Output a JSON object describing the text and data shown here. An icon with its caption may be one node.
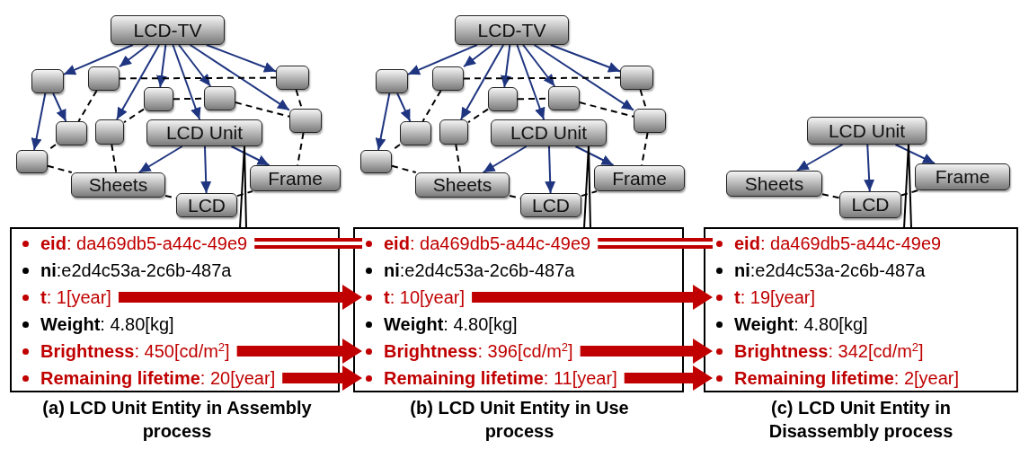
{
  "diagram": {
    "nodes": [
      {
        "text": [
          "LCD-TV"
        ]
      },
      {
        "text": [],
        "shape": "box"
      },
      {
        "text": [],
        "shape": "box"
      },
      {
        "text": [],
        "shape": "box"
      },
      {
        "text": [],
        "shape": "box"
      },
      {
        "text": [],
        "shape": "box"
      },
      {
        "text": [],
        "shape": "box"
      },
      {
        "text": [],
        "shape": "box"
      },
      {
        "text": [],
        "shape": "box"
      },
      {
        "text": [
          "LCD Unit"
        ]
      },
      {
        "text": [],
        "shape": "box"
      },
      {
        "text": [
          "Frame"
        ]
      },
      {
        "text": [
          "Sheets"
        ]
      },
      {
        "text": [
          "LCD"
        ]
      },
      {
        "text": [],
        "shape": "box",
        "beside": [
          "(a) LCD Unit Entity in Assembly process"
        ]
      },
      {
        "text": [
          "**eid**: da469db5-a44c-49e9"
        ],
        "in": 14
      },
      {
        "text": [
          "**ni**:e2d4c53a-2c6b-487a"
        ],
        "in": 14
      },
      {
        "text": [
          "**t**: 1[year]"
        ],
        "in": 14
      },
      {
        "text": [
          "**Weight**: 4.80[kg]"
        ],
        "in": 14
      },
      {
        "text": [
          "**Brightness**: 450[cd/m$^{2}$]"
        ],
        "in": 14
      },
      {
        "text": [
          "**Remaining lifetime**: 20[year]"
        ],
        "in": 14
      },
      {
        "text": [
          "LCD-TV"
        ]
      },
      {
        "text": [],
        "shape": "box"
      },
      {
        "text": [],
        "shape": "box"
      },
      {
        "text": [],
        "shape": "box"
      },
      {
        "text": [],
        "shape": "box"
      },
      {
        "text": [],
        "shape": "box"
      },
      {
        "text": [],
        "shape": "box"
      },
      {
        "text": [],
        "shape": "box"
      },
      {
        "text": [],
        "shape": "box"
      },
      {
        "text": [
          "LCD Unit"
        ]
      },
      {
        "text": [],
        "shape": "box"
      },
      {
        "text": [
          "Frame"
        ]
      },
      {
        "text": [
          "Sheets"
        ]
      },
      {
        "text": [
          "LCD"
        ]
      },
      {
        "text": [],
        "shape": "box",
        "beside": [
          "(b) LCD Unit Entity in Use process"
        ]
      },
      {
        "text": [
          "**eid**: da469db5-a44c-49e9"
        ],
        "in": 35
      },
      {
        "text": [
          "**ni**:e2d4c53a-2c6b-487a"
        ],
        "in": 35
      },
      {
        "text": [
          "**t**: 10[year]"
        ],
        "in": 35
      },
      {
        "text": [
          "**Weight**: 4.80[kg]"
        ],
        "in": 35
      },
      {
        "text": [
          "**Brightness**: 396[cd/m$^{2}$]"
        ],
        "in": 35
      },
      {
        "text": [
          "**Remaining lifetime**: 11[year]"
        ],
        "in": 35
      },
      {
        "text": [
          "LCD Unit"
        ]
      },
      {
        "text": [
          "Frame"
        ]
      },
      {
        "text": [
          "Sheets"
        ]
      },
      {
        "text": [
          "LCD"
        ]
      },
      {
        "text": [],
        "shape": "box",
        "beside": [
          "(c) LCD Unit Entity in Disassembly process"
        ]
      },
      {
        "text": [
          "**eid**: da469db5-a44c-49e9"
        ],
        "in": 46
      },
      {
        "text": [
          "**ni**:e2d4c53a-2c6b-487a"
        ],
        "in": 46
      },
      {
        "text": [
          "**t**: 19[year]"
        ],
        "in": 46
      },
      {
        "text": [
          "**Weight**: 4.80[kg]"
        ],
        "in": 46
      },
      {
        "text": [
          "**Brightness**: 342[cd/m$^{2}$]"
        ],
        "in": 46
      },
      {
        "text": [
          "**Remaining lifetime**: 2[year]"
        ],
        "in": 46
      }
    ],
    "edges": [
      {
        "from": 0,
        "to": 1,
        "arrow": "to",
        "color": "#1f3580"
      },
      {
        "from": 0,
        "to": 2,
        "arrow": "to",
        "color": "#1f3580"
      },
      {
        "from": 0,
        "to": 8,
        "arrow": "to",
        "color": "#1f3580"
      },
      {
        "from": 0,
        "to": 4,
        "arrow": "to",
        "color": "#1f3580"
      },
      {
        "from": 0,
        "to": 9,
        "arrow": "to",
        "color": "#1f3580"
      },
      {
        "from": 0,
        "to": 5,
        "arrow": "to",
        "color": "#1f3580"
      },
      {
        "from": 0,
        "to": 6,
        "arrow": "to",
        "color": "#1f3580"
      },
      {
        "from": 0,
        "to": 3,
        "arrow": "to",
        "color": "#1f3580"
      },
      {
        "from": 1,
        "to": 7,
        "arrow": "to",
        "color": "#1f3580"
      },
      {
        "from": 1,
        "to": 10,
        "arrow": "to",
        "color": "#1f3580"
      },
      {
        "from": 9,
        "to": 12,
        "arrow": "to",
        "color": "#1f3580"
      },
      {
        "from": 9,
        "to": 13,
        "arrow": "to",
        "color": "#1f3580"
      },
      {
        "from": 9,
        "to": 11,
        "arrow": "to",
        "color": "#1f3580"
      },
      {
        "from": 2,
        "to": 3,
        "arrow": "none",
        "style": "dashed",
        "color": "#000000"
      },
      {
        "from": 4,
        "to": 5,
        "arrow": "none",
        "style": "dashed",
        "color": "#000000"
      },
      {
        "from": 5,
        "to": 6,
        "arrow": "none",
        "style": "dashed",
        "color": "#000000"
      },
      {
        "from": 3,
        "to": 6,
        "arrow": "none",
        "style": "dashed",
        "color": "#000000"
      },
      {
        "from": 2,
        "to": 7,
        "arrow": "none",
        "style": "dashed",
        "color": "#000000"
      },
      {
        "from": 4,
        "to": 8,
        "arrow": "none",
        "style": "dashed",
        "color": "#000000"
      },
      {
        "from": 7,
        "to": 10,
        "arrow": "none",
        "style": "dashed",
        "color": "#000000"
      },
      {
        "from": 10,
        "to": 12,
        "arrow": "none",
        "style": "dashed",
        "color": "#000000"
      },
      {
        "from": 8,
        "to": 12,
        "arrow": "none",
        "style": "dashed",
        "color": "#000000"
      },
      {
        "from": 12,
        "to": 13,
        "arrow": "none",
        "style": "dashed",
        "color": "#000000"
      },
      {
        "from": 13,
        "to": 11,
        "arrow": "none",
        "style": "dashed",
        "color": "#000000"
      },
      {
        "from": 6,
        "to": 11,
        "arrow": "none",
        "style": "dashed",
        "color": "#000000"
      },
      {
        "from": 14,
        "to": 9,
        "arrow": "none",
        "color": "#000000"
      },
      {
        "from": 21,
        "to": 22,
        "arrow": "to",
        "color": "#1f3580"
      },
      {
        "from": 21,
        "to": 23,
        "arrow": "to",
        "color": "#1f3580"
      },
      {
        "from": 21,
        "to": 29,
        "arrow": "to",
        "color": "#1f3580"
      },
      {
        "from": 21,
        "to": 25,
        "arrow": "to",
        "color": "#1f3580"
      },
      {
        "from": 21,
        "to": 30,
        "arrow": "to",
        "color": "#1f3580"
      },
      {
        "from": 21,
        "to": 26,
        "arrow": "to",
        "color": "#1f3580"
      },
      {
        "from": 21,
        "to": 27,
        "arrow": "to",
        "color": "#1f3580"
      },
      {
        "from": 21,
        "to": 24,
        "arrow": "to",
        "color": "#1f3580"
      },
      {
        "from": 22,
        "to": 28,
        "arrow": "to",
        "color": "#1f3580"
      },
      {
        "from": 22,
        "to": 31,
        "arrow": "to",
        "color": "#1f3580"
      },
      {
        "from": 30,
        "to": 33,
        "arrow": "to",
        "color": "#1f3580"
      },
      {
        "from": 30,
        "to": 34,
        "arrow": "to",
        "color": "#1f3580"
      },
      {
        "from": 30,
        "to": 32,
        "arrow": "to",
        "color": "#1f3580"
      },
      {
        "from": 23,
        "to": 24,
        "arrow": "none",
        "style": "dashed",
        "color": "#000000"
      },
      {
        "from": 25,
        "to": 26,
        "arrow": "none",
        "style": "dashed",
        "color": "#000000"
      },
      {
        "from": 26,
        "to": 27,
        "arrow": "none",
        "style": "dashed",
        "color": "#000000"
      },
      {
        "from": 24,
        "to": 27,
        "arrow": "none",
        "style": "dashed",
        "color": "#000000"
      },
      {
        "from": 23,
        "to": 28,
        "arrow": "none",
        "style": "dashed",
        "color": "#000000"
      },
      {
        "from": 25,
        "to": 29,
        "arrow": "none",
        "style": "dashed",
        "color": "#000000"
      },
      {
        "from": 28,
        "to": 31,
        "arrow": "none",
        "style": "dashed",
        "color": "#000000"
      },
      {
        "from": 31,
        "to": 33,
        "arrow": "none",
        "style": "dashed",
        "color": "#000000"
      },
      {
        "from": 29,
        "to": 33,
        "arrow": "none",
        "style": "dashed",
        "color": "#000000"
      },
      {
        "from": 33,
        "to": 34,
        "arrow": "none",
        "style": "dashed",
        "color": "#000000"
      },
      {
        "from": 34,
        "to": 32,
        "arrow": "none",
        "style": "dashed",
        "color": "#000000"
      },
      {
        "from": 27,
        "to": 32,
        "arrow": "none",
        "style": "dashed",
        "color": "#000000"
      },
      {
        "from": 35,
        "to": 30,
        "arrow": "none",
        "color": "#000000"
      },
      {
        "from": 42,
        "to": 44,
        "arrow": "to",
        "color": "#1f3580"
      },
      {
        "from": 42,
        "to": 45,
        "arrow": "to",
        "color": "#1f3580"
      },
      {
        "from": 42,
        "to": 43,
        "arrow": "to",
        "color": "#1f3580"
      },
      {
        "from": 44,
        "to": 45,
        "arrow": "none",
        "style": "dashed",
        "color": "#000000"
      },
      {
        "from": 45,
        "to": 43,
        "arrow": "none",
        "style": "dashed",
        "color": "#000000"
      },
      {
        "from": 46,
        "to": 42,
        "arrow": "none",
        "color": "#000000"
      },
      {
        "from": 15,
        "to": 36,
        "arrow": "none",
        "style": "thick",
        "color": "#c00000"
      },
      {
        "from": 36,
        "to": 47,
        "arrow": "none",
        "style": "thick",
        "color": "#c00000"
      },
      {
        "from": 17,
        "to": 38,
        "arrow": "to",
        "style": "thick",
        "color": "#c00000"
      },
      {
        "from": 38,
        "to": 49,
        "arrow": "to",
        "style": "thick",
        "color": "#c00000"
      },
      {
        "from": 19,
        "to": 40,
        "arrow": "to",
        "style": "thick",
        "color": "#c00000"
      },
      {
        "from": 40,
        "to": 51,
        "arrow": "to",
        "style": "thick",
        "color": "#c00000"
      },
      {
        "from": 20,
        "to": 41,
        "arrow": "to",
        "style": "thick",
        "color": "#c00000"
      },
      {
        "from": 41,
        "to": 52,
        "arrow": "to",
        "style": "thick",
        "color": "#c00000"
      }
    ]
  }
}
